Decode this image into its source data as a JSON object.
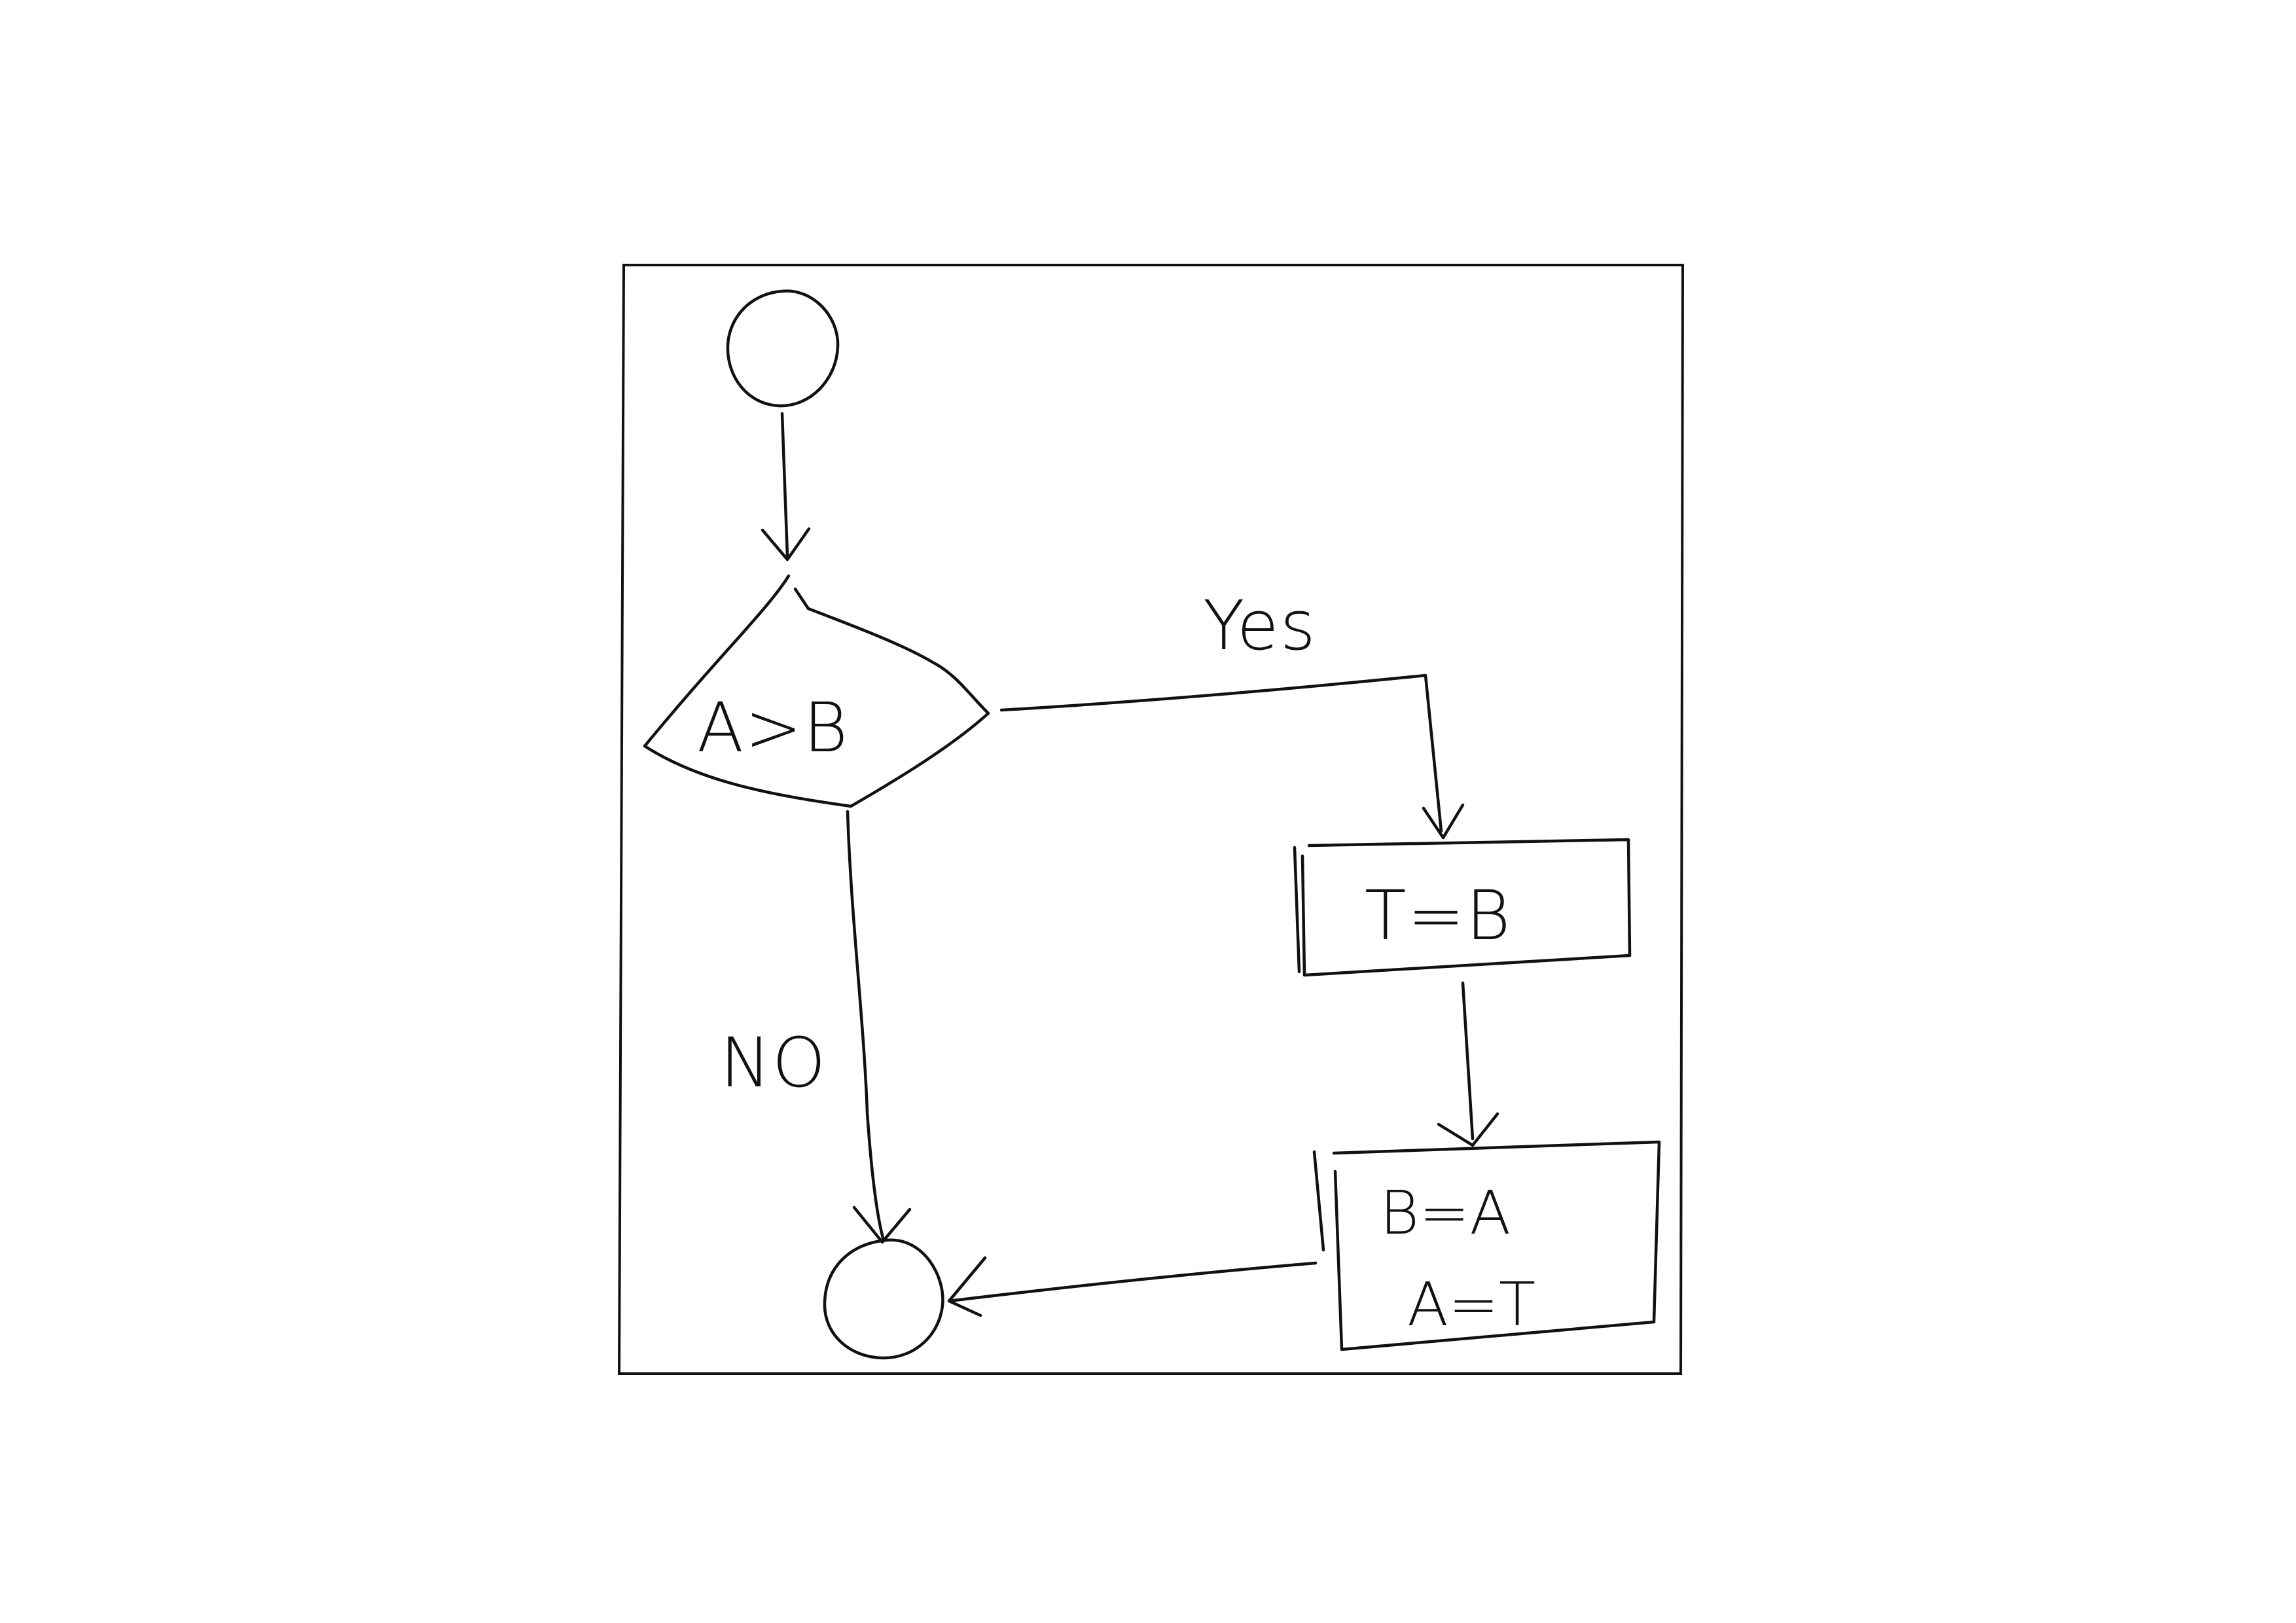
{
  "diagram": {
    "nodes": {
      "start": {
        "kind": "start-circle"
      },
      "decision": {
        "kind": "diamond",
        "label": "A>B"
      },
      "assign_t": {
        "kind": "process",
        "label": "T=B"
      },
      "swap": {
        "kind": "process",
        "lines": [
          "B=A",
          "A=T"
        ]
      },
      "end": {
        "kind": "end-circle"
      }
    },
    "edges": {
      "yes_label": "Yes",
      "no_label": "NO"
    }
  }
}
